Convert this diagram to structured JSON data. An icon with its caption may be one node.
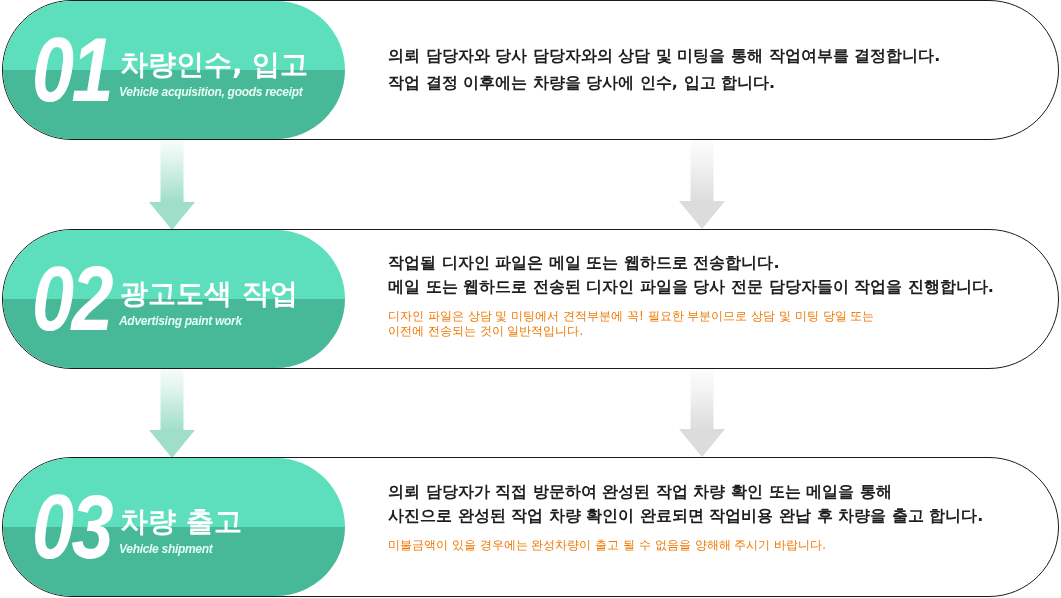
{
  "diagram": {
    "nodes": [
      {
        "text": [
          "의뢰 담당자와 당사 담당자와의 상담 및 미팅을 통해 작업여부를 결정합니다.",
          "작업 결정 이후에는 차량을 당사에 인수, 입고 합니다."
        ]
      },
      {
        "text": [
          "01",
          "차량인수, 입고",
          "Vehicle acquisition, goods receipt"
        ],
        "in": 0
      },
      {
        "text": [
          "작업될 디자인 파일은 메일 또는 웹하드로 전송합니다.",
          "메일 또는 웹하드로 전송된 디자인 파일을 당사 전문 담당자들이 작업을 진행합니다.",
          "디자인 파일은 상담 및 미팅에서 견적부분에 꼭! 필요한 부분이므로 상담 및 미팅 당일 또는 이전에 전송되는 것이 일반적입니다."
        ]
      },
      {
        "text": [
          "02",
          "광고도색 작업",
          "Advertising paint work"
        ],
        "in": 2
      },
      {
        "text": [
          "의뢰 담당자가 직접 방문하여 완성된 작업 차량 확인 또는 메일을 통해",
          "사진으로 완성된 작업 차량 확인이 완료되면 작업비용 완납 후 차량을 출고 합니다.",
          "미불금액이 있을 경우에는 완성차량이 출고 될 수 없음을 양해해 주시기 바랍니다."
        ]
      },
      {
        "text": [
          "03",
          "차량 출고",
          "Vehicle shipment"
        ],
        "in": 4
      }
    ],
    "edges": [
      {
        "from": 1,
        "to": 3,
        "arrow": "to",
        "color": "#9fdec8"
      },
      {
        "from": 0,
        "to": 2,
        "arrow": "to",
        "color": "#dcdcdc"
      },
      {
        "from": 3,
        "to": 5,
        "arrow": "to",
        "color": "#9fdec8"
      },
      {
        "from": 2,
        "to": 4,
        "arrow": "to",
        "color": "#dcdcdc"
      }
    ]
  }
}
